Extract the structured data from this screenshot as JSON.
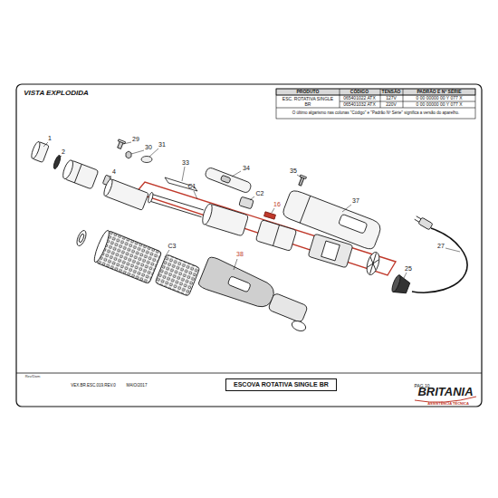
{
  "diagram": {
    "title": "VISTA EXPLODIDA",
    "nodes": [
      {
        "text": [
          "ESCOVA ROTATIVA SINGLE BR"
        ]
      }
    ],
    "labels": [
      "PRODUTO",
      "CÓDIGO",
      "TENSÃO",
      "PADRÃO E Nº SÉRIE",
      "ESC. ROTATIVA SINGLE BR",
      "065401022 ATX",
      "127V",
      "0 00 00000 00 Y 077 X",
      "065401032 ATX",
      "220V",
      "0 00 00000 00 Y 077 X",
      "O último algarismo nas colunas \"Código\" e \"Padrão Nº Série\" significa a versão do aparelho.",
      "1",
      "2",
      "4",
      "29",
      "30",
      "31",
      "33",
      "34",
      "C1",
      "C2",
      "16",
      "35",
      "37",
      "C3",
      "38",
      "27",
      "25",
      "Rev/Dom",
      "VEX.BR.ESC.019.REV.0",
      "MAIO/2017",
      "PAG 10",
      "BRITANIA",
      "ASSISTÊNCIA TÉCNICA"
    ]
  }
}
